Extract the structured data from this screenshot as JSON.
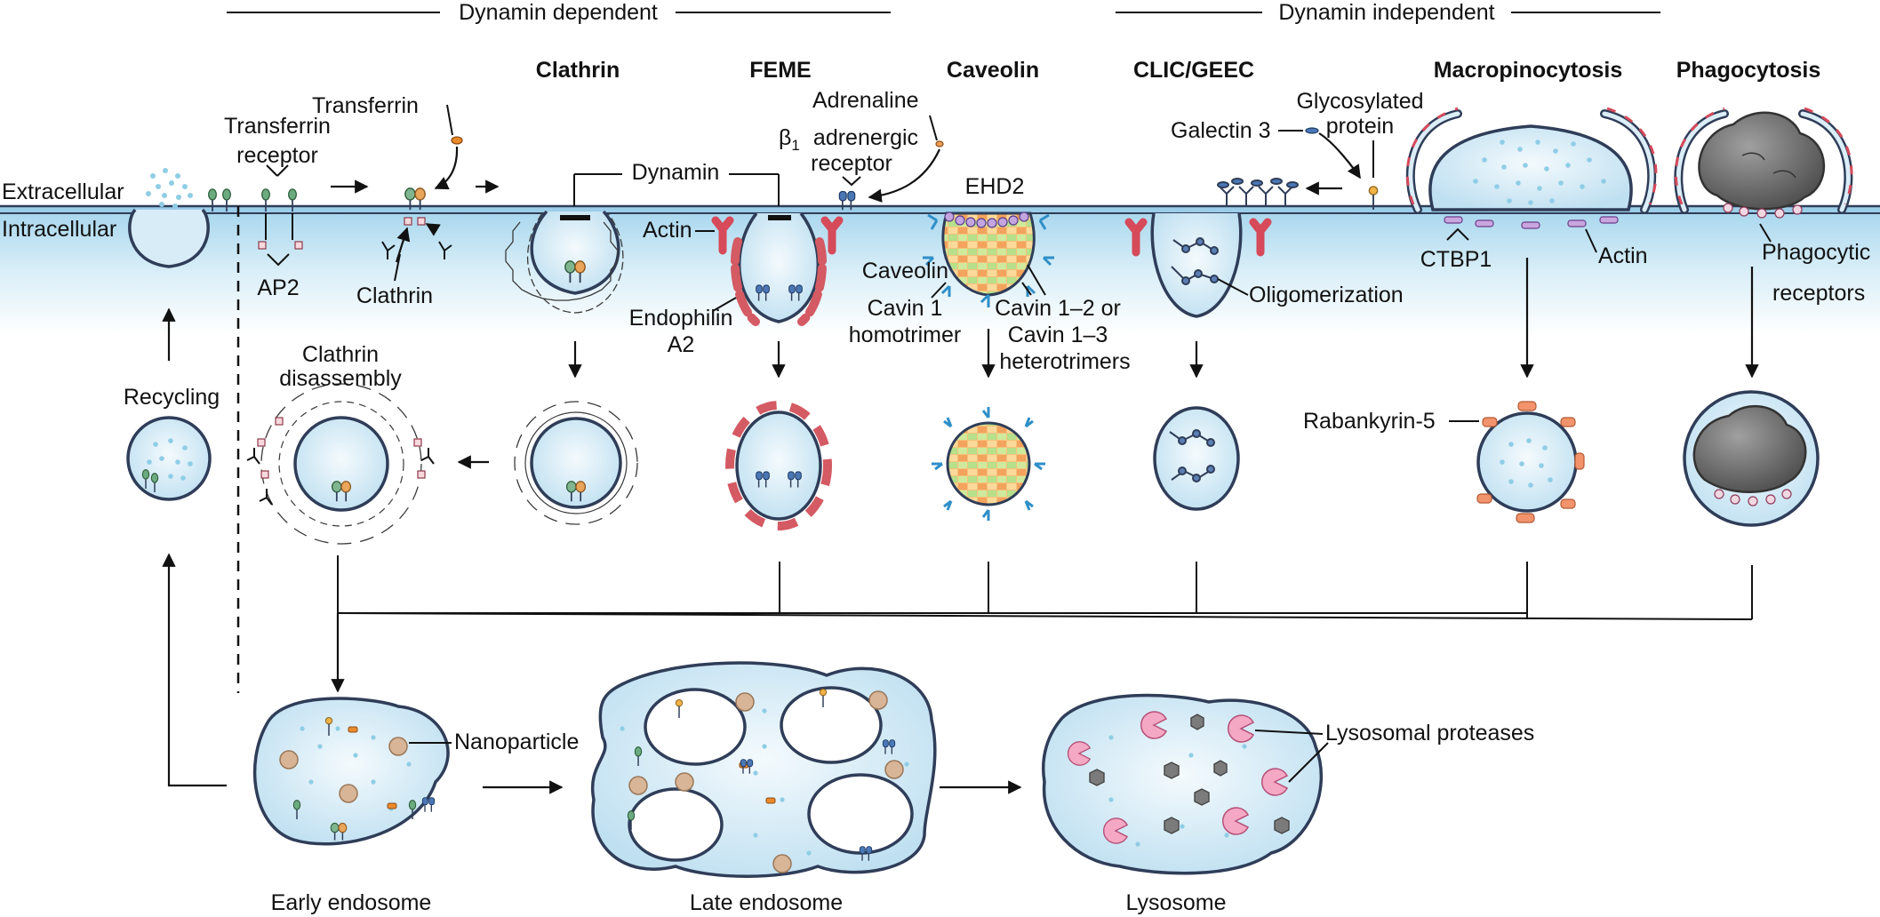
{
  "headers": {
    "dynamin_dependent": "Dynamin dependent",
    "dynamin_independent": "Dynamin independent"
  },
  "pathways": {
    "clathrin": "Clathrin",
    "feme": "FEME",
    "caveolin": "Caveolin",
    "clic_geec": "CLIC/GEEC",
    "macropinocytosis": "Macropinocytosis",
    "phagocytosis": "Phagocytosis"
  },
  "regions": {
    "extracellular": "Extracellular",
    "intracellular": "Intracellular"
  },
  "labels": {
    "transferrin": "Transferrin",
    "transferrin_receptor_1": "Transferrin",
    "transferrin_receptor_2": "receptor",
    "ap2": "AP2",
    "clathrin_adaptor": "Clathrin",
    "dynamin": "Dynamin",
    "actin_feme": "Actin",
    "endophilin_1": "Endophilin",
    "endophilin_2": "A2",
    "adrenaline": "Adrenaline",
    "beta": "β",
    "beta_sub": "1",
    "adrenergic_1": "adrenergic",
    "adrenergic_2": "receptor",
    "ehd2": "EHD2",
    "caveolin_protein": "Caveolin",
    "cavin1_1": "Cavin 1",
    "cavin1_2": "homotrimer",
    "cavin_het_1": "Cavin 1–2 or",
    "cavin_het_2": "Cavin 1–3",
    "cavin_het_3": "heterotrimers",
    "galectin": "Galectin 3",
    "glyco_1": "Glycosylated",
    "glyco_2": "protein",
    "oligomerization": "Oligomerization",
    "ctbp1": "CTBP1",
    "actin_macro": "Actin",
    "phago_rec_1": "Phagocytic",
    "phago_rec_2": "receptors",
    "clathrin_dis_1": "Clathrin",
    "clathrin_dis_2": "disassembly",
    "recycling": "Recycling",
    "rabankyrin": "Rabankyrin-5",
    "nanoparticle": "Nanoparticle",
    "lysosomal_proteases": "Lysosomal proteases"
  },
  "compartments": {
    "early_endosome": "Early endosome",
    "late_endosome": "Late endosome",
    "lysosome": "Lysosome"
  },
  "colors": {
    "membrane": "#2f3d58",
    "cytoplasm": "#cfe8f5",
    "actin": "#d64a5a",
    "rabankyrin": "#f2936c",
    "protease": "#f5a8c4"
  }
}
